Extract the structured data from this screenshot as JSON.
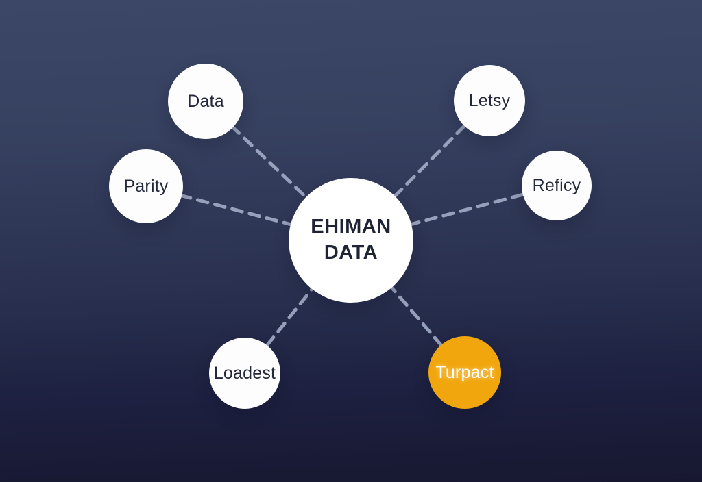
{
  "diagram": {
    "title": "EHIMAN DATA mind map",
    "center": {
      "label_line1": "EHIMAN",
      "label_line2": "DATA"
    },
    "nodes": [
      {
        "id": "data",
        "label": "Data",
        "highlight": false
      },
      {
        "id": "letsy",
        "label": "Letsy",
        "highlight": false
      },
      {
        "id": "parity",
        "label": "Parity",
        "highlight": false
      },
      {
        "id": "reficy",
        "label": "Reficy",
        "highlight": false
      },
      {
        "id": "loadest",
        "label": "Loadest",
        "highlight": false
      },
      {
        "id": "turpact",
        "label": "Turpact",
        "highlight": true
      }
    ],
    "connections": [
      [
        "data",
        "center"
      ],
      [
        "letsy",
        "center"
      ],
      [
        "parity",
        "center"
      ],
      [
        "reficy",
        "center"
      ],
      [
        "loadest",
        "center"
      ],
      [
        "turpact",
        "center"
      ]
    ],
    "colors": {
      "background_top": "#3C4768",
      "background_bottom": "#171830",
      "node_fill": "#FFFFFF",
      "highlight_fill": "#F2A60D",
      "connector": "#A9B4CE",
      "label_text": "#23283A",
      "center_text": "#1E2433",
      "highlight_text": "#FFFFFF"
    }
  }
}
